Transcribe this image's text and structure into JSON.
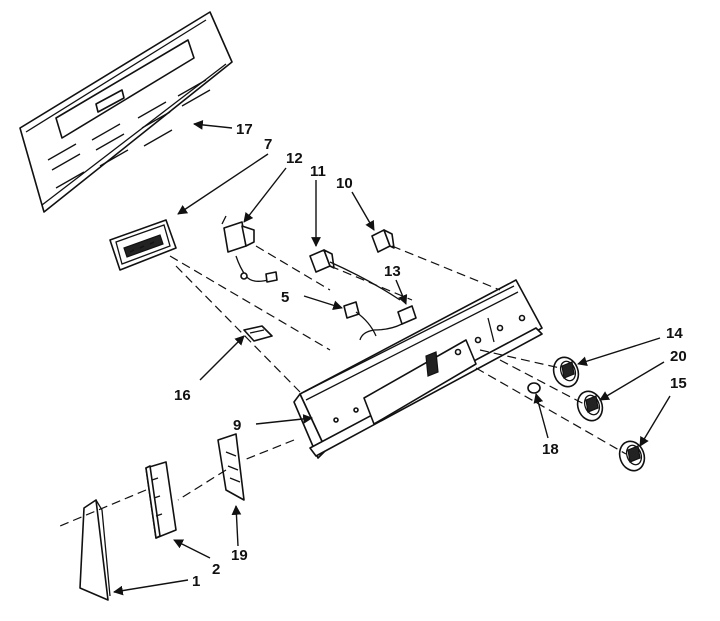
{
  "callouts": {
    "c1": "1",
    "c2": "2",
    "c5": "5",
    "c7": "7",
    "c9": "9",
    "c10": "10",
    "c11": "11",
    "c12": "12",
    "c13": "13",
    "c14": "14",
    "c15": "15",
    "c16": "16",
    "c17": "17",
    "c18": "18",
    "c19": "19",
    "c20": "20"
  }
}
